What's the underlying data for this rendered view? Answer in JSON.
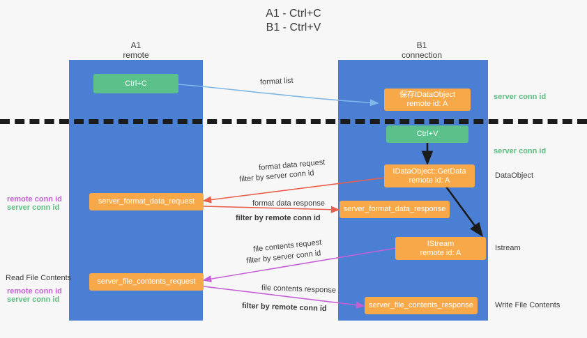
{
  "title": {
    "line1": "A1 - Ctrl+C",
    "line2": "B1 - Ctrl+V"
  },
  "lanes": [
    {
      "name": "A1",
      "sub": "remote"
    },
    {
      "name": "B1",
      "sub": "connection"
    }
  ],
  "nodes": {
    "ctrl_c": "Ctrl+C",
    "ctrl_v": "Ctrl+V",
    "save_idataobject_l1": "保存IDataObject",
    "save_idataobject_l2": "remote id: A",
    "getdata_l1": "IDataObject::GetData",
    "getdata_l2": "remote id: A",
    "istream_l1": "IStream",
    "istream_l2": "remote id: A",
    "server_format_data_request": "server_format_data_request",
    "server_format_data_response": "server_format_data_response",
    "server_file_contents_request": "server_file_contents_request",
    "server_file_contents_response": "server_file_contents_response"
  },
  "edge_labels": {
    "format_list": "format list",
    "format_data_request": "format data request",
    "format_data_response": "format data response",
    "file_contents_request": "file contents request",
    "file_contents_response": "file contents response",
    "filter_by": "filter by",
    "server_conn_id": "server conn id",
    "remote_conn_id": "remote conn id"
  },
  "annotations": {
    "server_conn_id_top": "server conn id",
    "server_conn_id_mid": "server conn id",
    "dataobject": "DataObject",
    "istream": "Istream",
    "write_file_contents": "Write File Contents",
    "read_file_contents": "Read File Contents",
    "remote_conn_id": "remote conn id",
    "server_conn_id": "server conn id"
  },
  "colors": {
    "lane": "#4a7fd4",
    "orange": "#f7a94a",
    "green_node": "#5cc08a",
    "green_text": "#5cbd7f",
    "purple_text": "#c55fd6",
    "background": "#f7f7f7",
    "divider": "#1b1b1b"
  }
}
